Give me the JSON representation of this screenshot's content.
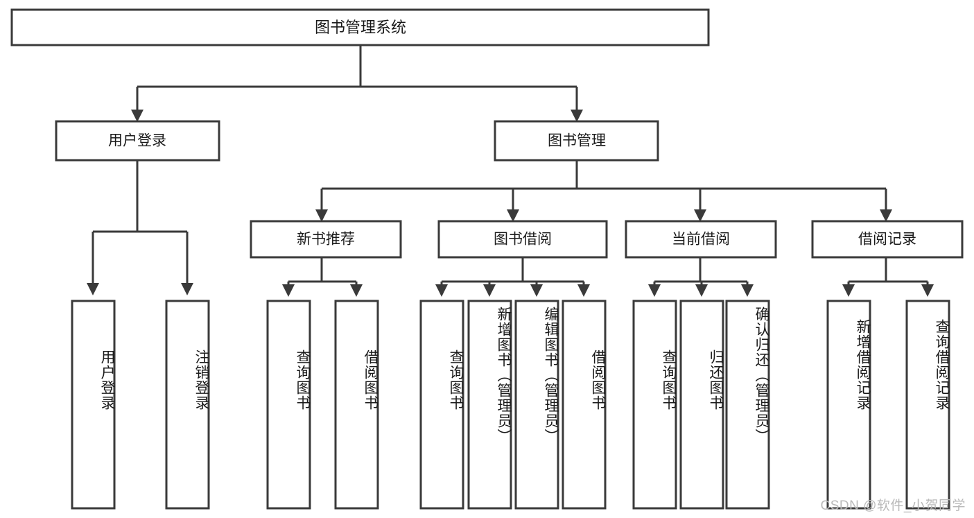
{
  "diagram": {
    "type": "tree-hierarchy-functional-decomposition",
    "root": {
      "id": "root",
      "label": "图书管理系统"
    },
    "level2": [
      {
        "id": "user-login",
        "label": "用户登录"
      },
      {
        "id": "book-management",
        "label": "图书管理"
      }
    ],
    "level3": [
      {
        "id": "new-book-recommend",
        "label": "新书推荐",
        "parent": "book-management"
      },
      {
        "id": "book-borrow",
        "label": "图书借阅",
        "parent": "book-management"
      },
      {
        "id": "current-borrow",
        "label": "当前借阅",
        "parent": "book-management"
      },
      {
        "id": "borrow-record",
        "label": "借阅记录",
        "parent": "book-management"
      }
    ],
    "leaves": [
      {
        "id": "leaf-user-login",
        "label": "用户登录",
        "parent": "user-login"
      },
      {
        "id": "leaf-logout",
        "label": "注销登录",
        "parent": "user-login"
      },
      {
        "id": "leaf-query-book-1",
        "label": "查询图书",
        "parent": "new-book-recommend"
      },
      {
        "id": "leaf-borrow-book-1",
        "label": "借阅图书",
        "parent": "new-book-recommend"
      },
      {
        "id": "leaf-query-book-2",
        "label": "查询图书",
        "parent": "book-borrow"
      },
      {
        "id": "leaf-add-book",
        "label": "新增图书（管理员）",
        "parent": "book-borrow"
      },
      {
        "id": "leaf-edit-book",
        "label": "编辑图书（管理员）",
        "parent": "book-borrow"
      },
      {
        "id": "leaf-borrow-book-2",
        "label": "借阅图书",
        "parent": "book-borrow"
      },
      {
        "id": "leaf-query-book-3",
        "label": "查询图书",
        "parent": "current-borrow"
      },
      {
        "id": "leaf-return-book",
        "label": "归还图书",
        "parent": "current-borrow"
      },
      {
        "id": "leaf-confirm-return",
        "label": "确认归还（管理员）",
        "parent": "current-borrow"
      },
      {
        "id": "leaf-add-record",
        "label": "新增借阅记录",
        "parent": "borrow-record"
      },
      {
        "id": "leaf-query-record",
        "label": "查询借阅记录",
        "parent": "borrow-record"
      }
    ],
    "colors": {
      "stroke": "#3a3a3a",
      "fill": "#ffffff",
      "text": "#1a1a1a",
      "watermark": "#b9b9b9",
      "background": "#ffffff"
    }
  },
  "watermark": {
    "text": "CSDN @软件_小贺同学"
  }
}
